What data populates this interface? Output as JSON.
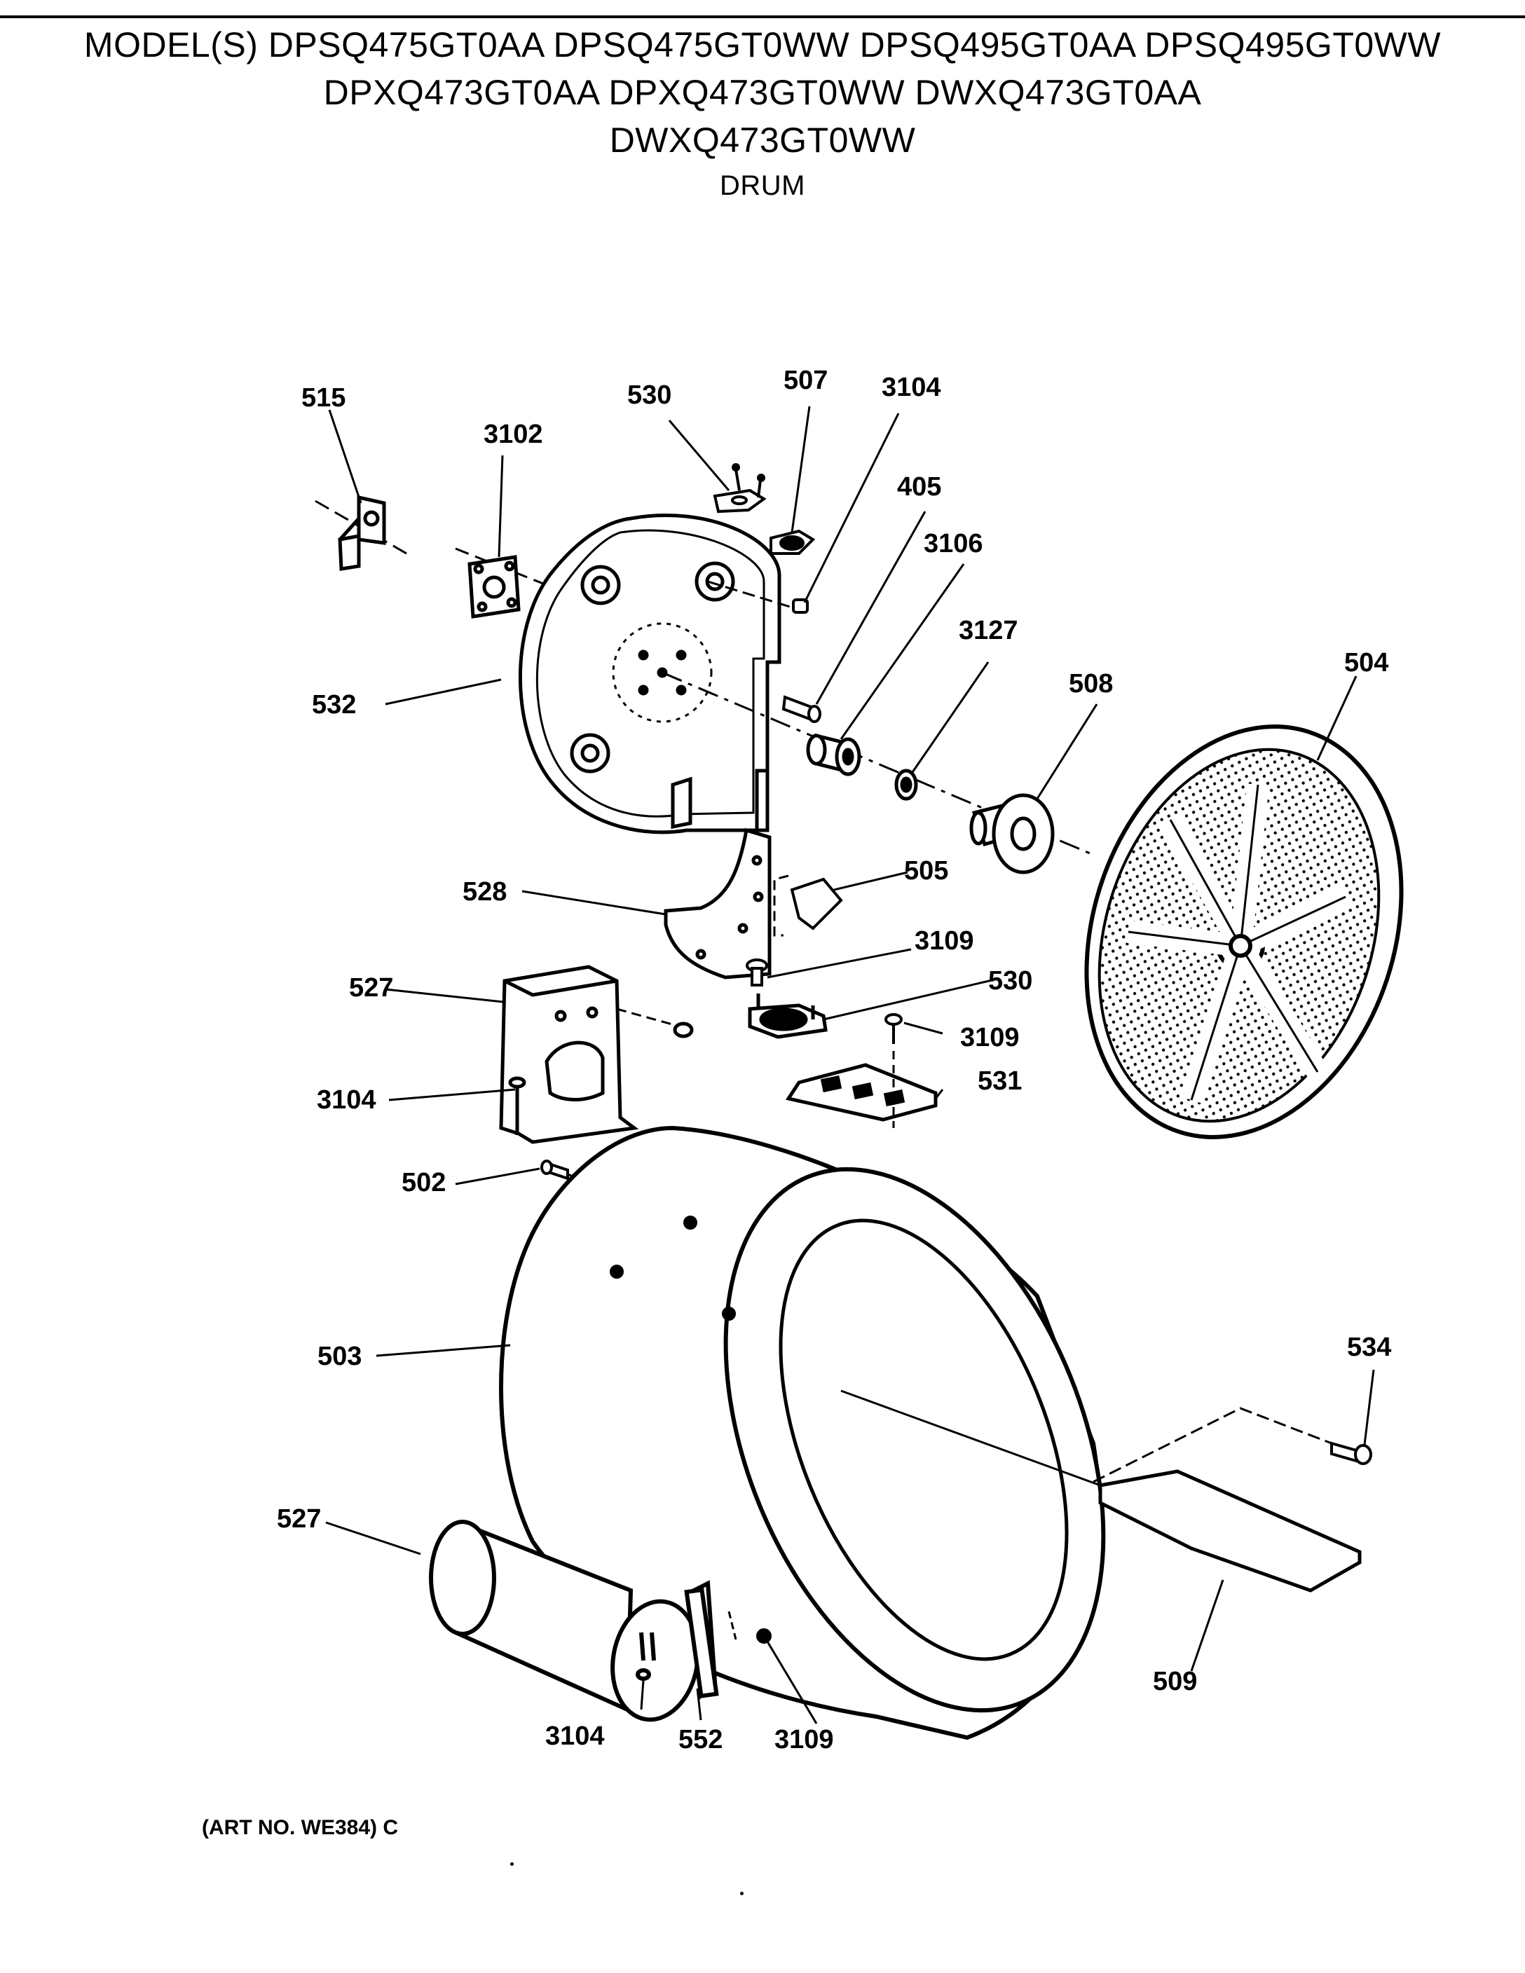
{
  "header": {
    "line1": "MODEL(S) DPSQ475GT0AA  DPSQ475GT0WW  DPSQ495GT0AA  DPSQ495GT0WW",
    "line2": "DPXQ473GT0AA  DPXQ473GT0WW  DWXQ473GT0AA",
    "line3": "DWXQ473GT0WW",
    "section": "DRUM"
  },
  "parts": {
    "p515": "515",
    "p3102": "3102",
    "p530_top": "530",
    "p507": "507",
    "p3104_top": "3104",
    "p405": "405",
    "p3106": "3106",
    "p3127": "3127",
    "p508": "508",
    "p504": "504",
    "p532": "532",
    "p528": "528",
    "p505": "505",
    "p3109_a": "3109",
    "p530_mid": "530",
    "p3109_b": "3109",
    "p527_top": "527",
    "p531": "531",
    "p3104_mid": "3104",
    "p502": "502",
    "p503": "503",
    "p534": "534",
    "p527_bottom": "527",
    "p509": "509",
    "p3104_bottom": "3104",
    "p552": "552",
    "p3109_c": "3109"
  },
  "footer": {
    "art_number": "(ART NO. WE384) C"
  }
}
